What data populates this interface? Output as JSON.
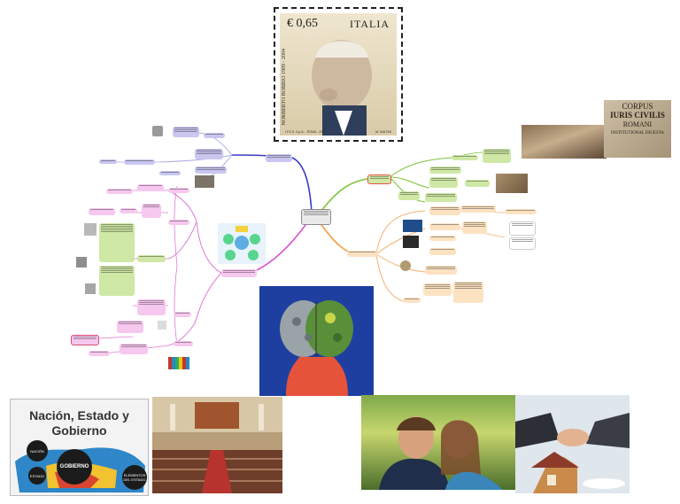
{
  "stamp": {
    "value": "€ 0,65",
    "country": "ITALIA",
    "side_text": "NORBERTO BOBBIO 1909 - 2004",
    "footer_left": "I.P.Z.S. S.p.A. - ROMA - 2009",
    "footer_right": "M. MAITINI"
  },
  "corpus": {
    "line1": "CORPUS",
    "line2": "IURIS CIVILIS",
    "line3": "ROMANI",
    "line4": "INSTITUTIONAL DIGESTA"
  },
  "nacion_card": {
    "title": "Nación, Estado y Gobierno",
    "bubble_nacion": "NACIÓN",
    "bubble_gobierno": "GOBIERNO",
    "bubble_estado": "ESTADO",
    "bubble_elementos": "ELEMENTOS DEL ESTADO"
  },
  "colors": {
    "blue_branch": "#3b3bc8",
    "green_branch": "#7cc23a",
    "orange_branch": "#f39a3c",
    "pink_branch": "#d94fd1",
    "purple_node": "#c9c7f0",
    "green_node": "#cfe8a6",
    "orange_node": "#fde2c2",
    "pink_node": "#f6c8ef"
  }
}
